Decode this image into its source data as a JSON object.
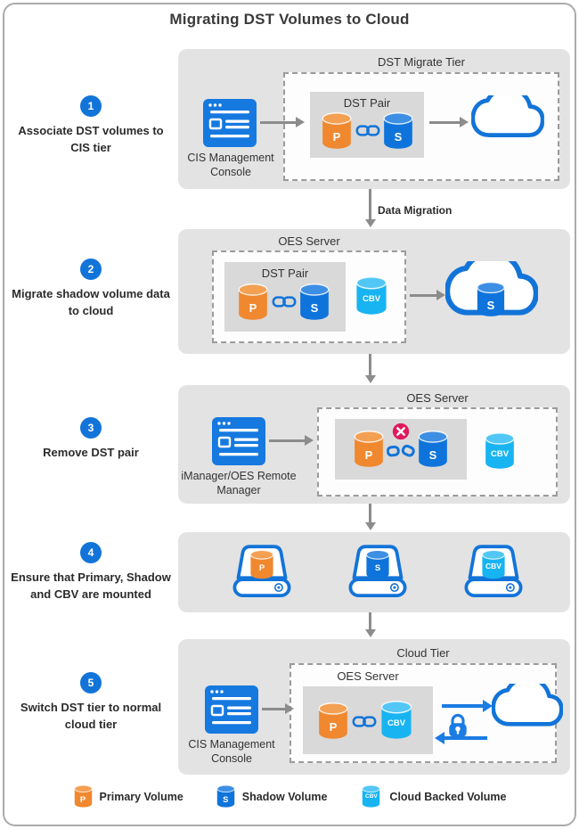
{
  "title": "Migrating DST Volumes to Cloud",
  "steps": [
    {
      "num": "1",
      "label": "Associate DST volumes to CIS tier"
    },
    {
      "num": "2",
      "label": "Migrate shadow volume data to cloud"
    },
    {
      "num": "3",
      "label": "Remove DST pair"
    },
    {
      "num": "4",
      "label": "Ensure that Primary, Shadow and CBV are mounted"
    },
    {
      "num": "5",
      "label": "Switch DST tier to normal cloud tier"
    }
  ],
  "flow": {
    "migration_arrow_label": "Data Migration"
  },
  "panel1": {
    "tier": "DST Migrate Tier",
    "console": "CIS Management Console",
    "pair": "DST Pair"
  },
  "panel2": {
    "server": "OES Server",
    "pair": "DST Pair"
  },
  "panel3": {
    "server": "OES Server",
    "console": "iManager/OES Remote Manager"
  },
  "panel5": {
    "tier": "Cloud Tier",
    "server": "OES Server",
    "console": "CIS Management Console"
  },
  "volumes": {
    "primary": "P",
    "shadow": "S",
    "cloud_backed": "CBV"
  },
  "legend": {
    "primary": "Primary Volume",
    "shadow": "Shadow Volume",
    "cloud_backed": "Cloud Backed Volume"
  },
  "colors": {
    "primary_orange": "#F0882F",
    "shadow_blue": "#0E74DB",
    "cbv_cyan": "#18B4F2",
    "accent_blue": "#1274D8",
    "arrow_gray": "#8C8C8C",
    "error_red": "#E0195C",
    "panel_gray": "#E3E3E3",
    "box_gray": "#D9D9D9"
  }
}
